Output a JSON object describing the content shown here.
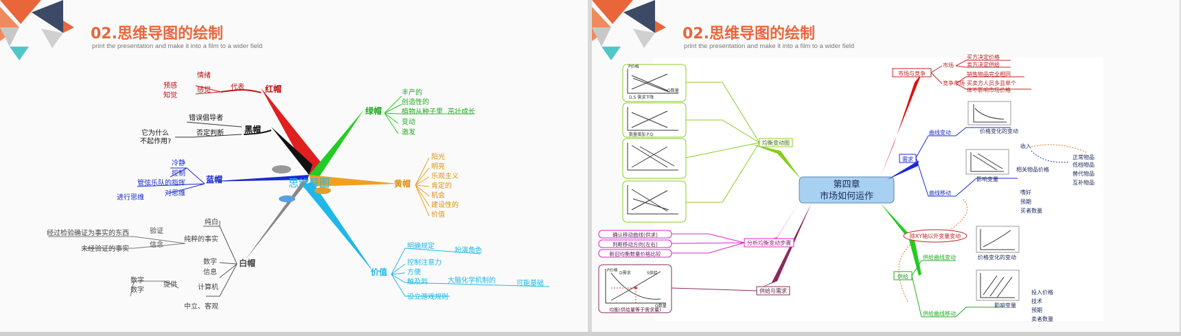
{
  "slides": [
    {
      "title": "02.思维导图的绘制",
      "subtitle": "print the presentation and make it into a film to a wider field",
      "mindmap": {
        "center": "思维导图",
        "red": {
          "label": "红帽",
          "sub": "代表",
          "items": [
            "情绪",
            "感觉",
            "预感",
            "知觉"
          ]
        },
        "black": {
          "label": "黑帽",
          "items": [
            "错误倡导者",
            "否定判断",
            "它为什么",
            "不起作用?"
          ]
        },
        "blue": {
          "label": "蓝帽",
          "items": [
            "冷静",
            "控制",
            "管弦乐队的指挥",
            "对思维",
            "进行思维"
          ]
        },
        "white": {
          "label": "白帽",
          "items": [
            "纯白",
            "纯粹的事实",
            "验证",
            "经过检验确证为事实的东西",
            "信念",
            "未经验证的事实",
            "数字",
            "信息",
            "计算机",
            "提供",
            "数字",
            "数字",
            "中立、客观"
          ]
        },
        "green": {
          "label": "绿帽",
          "items": [
            "丰产的",
            "创造性的",
            "植物从种子里",
            "茁壮成长",
            "变动",
            "激发"
          ]
        },
        "yellow": {
          "label": "黄帽",
          "items": [
            "阳光",
            "明亮",
            "乐观主义",
            "肯定的",
            "机会",
            "建设性的",
            "价值"
          ]
        },
        "value": {
          "label": "价值",
          "items": [
            "明确规定",
            "扮演角色",
            "控制注意力",
            "方便",
            "触及到",
            "大脑化学机制的",
            "可能基础",
            "设立游戏规则"
          ]
        }
      }
    },
    {
      "title": "02.思维导图的绘制",
      "subtitle": "print the presentation and make it into a film to a wider field",
      "mindmap": {
        "center_line1": "第四章",
        "center_line2": "市场如何运作",
        "right_branches": [
          "市场与竞争",
          "需求",
          "供给"
        ],
        "market": [
          "市场",
          "买方决定价格",
          "卖方决定供给",
          "竞争市场",
          "销售物品完全相同",
          "买卖方人员多且单个",
          "体不影响市场价格"
        ],
        "demand": [
          "曲线变动",
          "价格变化的变动",
          "曲线移动",
          "影响变量",
          "收入",
          "正常物品",
          "低档物品",
          "相关物品价格",
          "替代物品",
          "互补物品",
          "嗜好",
          "预期",
          "买者数量"
        ],
        "outside": "除XY轴以外变量变动",
        "supply": [
          "供给曲线变动",
          "价格变化的变动",
          "供给曲线移动",
          "影响变量",
          "投入价格",
          "技术",
          "预期",
          "卖者数量"
        ],
        "left_branches": [
          "均衡变动图",
          "分析均衡变动步骤",
          "供给与需求"
        ],
        "steps": [
          "确认移动曲线(供求)",
          "判断移动方向(左右)",
          "新旧均衡数量价格比较"
        ],
        "eq_caption": "均衡(供给量等于需求量)",
        "graph_labels": [
          "P价格",
          "Q数量",
          "D需求",
          "S供给",
          "D.S 需求下降",
          "数量增加 P.Q"
        ]
      }
    }
  ],
  "colors": {
    "accent_orange": "#e8663a",
    "navy": "#3c4a66",
    "teal": "#4fc7c7",
    "grey": "#c7c7c7"
  }
}
